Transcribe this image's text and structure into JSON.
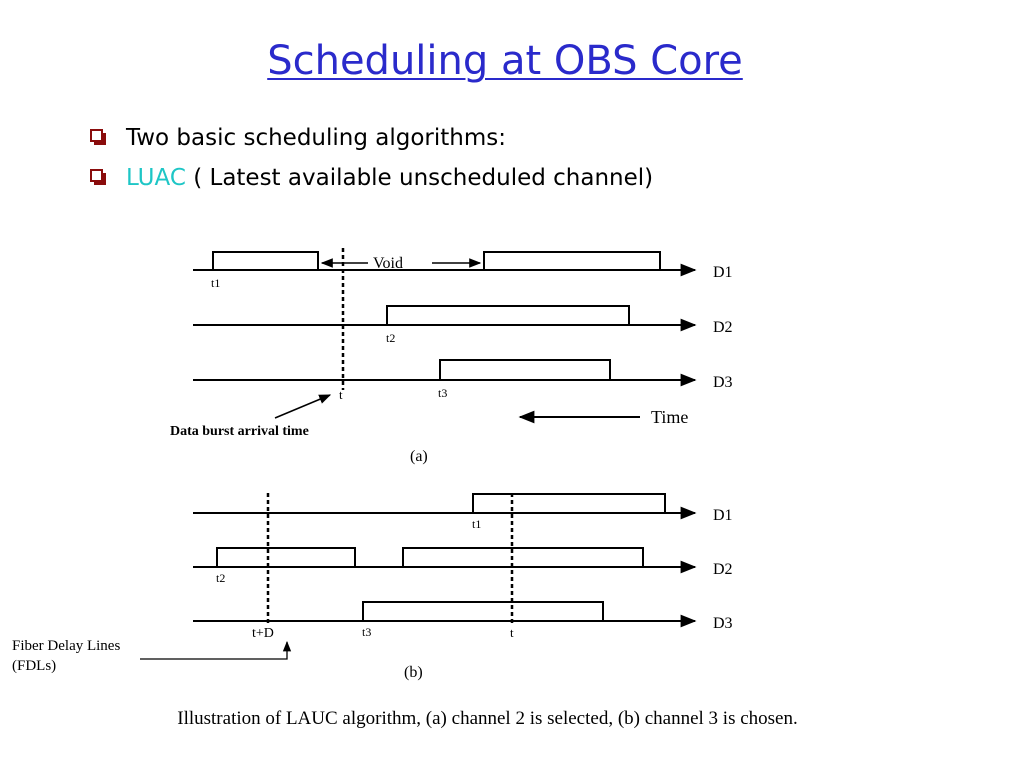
{
  "slide": {
    "title": "Scheduling at OBS Core",
    "bullets": [
      {
        "text": "Two basic scheduling algorithms:"
      },
      {
        "highlight": "LUAC",
        "text": " ( Latest available unscheduled channel)"
      }
    ],
    "colors": {
      "title": "#2a2acb",
      "highlight": "#1ec6c6",
      "bullet": "#8a0c0c"
    }
  },
  "diagram_a": {
    "channels": [
      "D1",
      "D2",
      "D3"
    ],
    "times": [
      "t1",
      "t2",
      "t3",
      "t"
    ],
    "void_label": "Void",
    "arrival_label": "Data burst arrival time",
    "time_label": "Time",
    "sub_label": "(a)"
  },
  "diagram_b": {
    "channels": [
      "D1",
      "D2",
      "D3"
    ],
    "times": [
      "t1",
      "t2",
      "t3",
      "t+D",
      "t"
    ],
    "sub_label": "(b)"
  },
  "fdl_label": {
    "line1": "Fiber Delay Lines",
    "line2": "(FDLs)"
  },
  "caption": "Illustration of LAUC algorithm, (a) channel 2 is selected, (b) channel 3 is chosen."
}
